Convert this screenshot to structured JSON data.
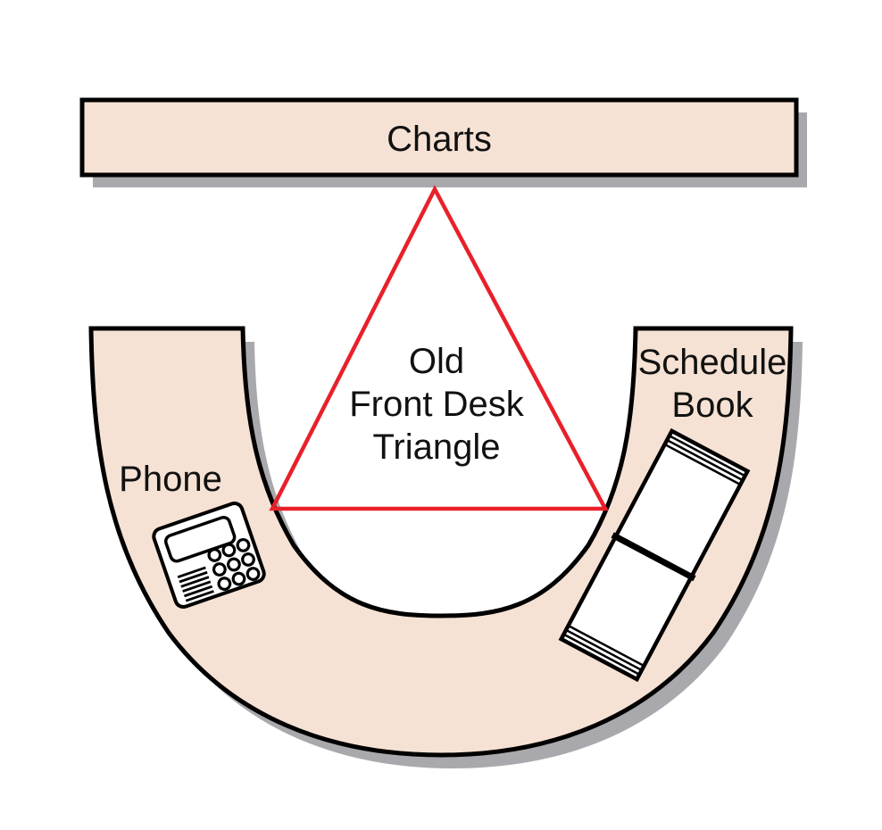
{
  "diagram_title": "Old Front Desk Triangle",
  "colors": {
    "background": "#ffffff",
    "desk_fill": "#f6e2d4",
    "outline": "#000000",
    "triangle_red": "#e8202a",
    "shadow": "#a9a9ad",
    "text": "#111111"
  },
  "chart_rack": {
    "label": "Charts"
  },
  "triangle": {
    "lines": [
      "Old",
      "Front Desk",
      "Triangle"
    ]
  },
  "desk": {
    "shape": "u-shaped-horseshoe-counter",
    "left_station": {
      "label": "Phone",
      "icon": "phone-icon"
    },
    "right_station": {
      "label_lines": [
        "Schedule",
        "Book"
      ],
      "icon": "open-book-icon"
    }
  }
}
